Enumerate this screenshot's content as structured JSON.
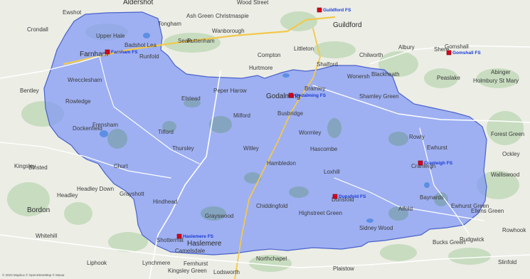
{
  "attribution": "© 2023 Mapbox © OpenStreetMap © Maxar",
  "area_fill": "#7f99f5",
  "area_stroke": "#4a62c9",
  "station_marker_color": "#d6001c",
  "fire_stations": [
    {
      "label": "Farnham FS"
    },
    {
      "label": "Godalming FS"
    },
    {
      "label": "Cranleigh FS"
    },
    {
      "label": "Dunsfold FS"
    },
    {
      "label": "Haslemere FS"
    },
    {
      "label": "Guildford FS"
    },
    {
      "label": "Gomshall FS"
    }
  ],
  "places": [
    {
      "name": "Aldershot"
    },
    {
      "name": "Guildford"
    },
    {
      "name": "Farnham"
    },
    {
      "name": "Godalming"
    },
    {
      "name": "Haslemere"
    },
    {
      "name": "Cranleigh"
    },
    {
      "name": "Bordon"
    },
    {
      "name": "Ewshot"
    },
    {
      "name": "Crondall"
    },
    {
      "name": "Wood Street"
    },
    {
      "name": "Christmaspie"
    },
    {
      "name": "Ash Green"
    },
    {
      "name": "Tongham"
    },
    {
      "name": "Wanborough"
    },
    {
      "name": "Seale"
    },
    {
      "name": "Puttenham"
    },
    {
      "name": "Compton"
    },
    {
      "name": "Littleton"
    },
    {
      "name": "Shalford"
    },
    {
      "name": "Chilworth"
    },
    {
      "name": "Albury"
    },
    {
      "name": "Shere"
    },
    {
      "name": "Gomshall"
    },
    {
      "name": "Holmbury St Mary"
    },
    {
      "name": "Abinger"
    },
    {
      "name": "Peaslake"
    },
    {
      "name": "Wonersh"
    },
    {
      "name": "Bramley"
    },
    {
      "name": "Shamley Green"
    },
    {
      "name": "Elstead"
    },
    {
      "name": "Milford"
    },
    {
      "name": "Witley"
    },
    {
      "name": "Wormley"
    },
    {
      "name": "Hambledon"
    },
    {
      "name": "Hascombe"
    },
    {
      "name": "Thursley"
    },
    {
      "name": "Tilford"
    },
    {
      "name": "Frensham"
    },
    {
      "name": "Churt"
    },
    {
      "name": "Hindhead"
    },
    {
      "name": "Grayswood"
    },
    {
      "name": "Chiddingfold"
    },
    {
      "name": "Dunsfold"
    },
    {
      "name": "Alfold"
    },
    {
      "name": "Ewhurst"
    },
    {
      "name": "Rudgwick"
    },
    {
      "name": "Shottermill"
    },
    {
      "name": "Liphook"
    },
    {
      "name": "Grayshott"
    },
    {
      "name": "Headley"
    },
    {
      "name": "Headley Down"
    },
    {
      "name": "Whitehill"
    },
    {
      "name": "Kingsley"
    },
    {
      "name": "Blackheath"
    },
    {
      "name": "Rowly"
    },
    {
      "name": "Loxhill"
    },
    {
      "name": "Plaistow"
    },
    {
      "name": "Forest Green"
    },
    {
      "name": "Ockley"
    },
    {
      "name": "Walliswood"
    },
    {
      "name": "Bucks Green"
    },
    {
      "name": "Rowhook"
    },
    {
      "name": "Slinfold"
    },
    {
      "name": "Ellens Green"
    },
    {
      "name": "Wrecclesham"
    },
    {
      "name": "Rowledge"
    },
    {
      "name": "Dockenfield"
    },
    {
      "name": "Binsted"
    },
    {
      "name": "Bentley"
    },
    {
      "name": "Upper Hale"
    },
    {
      "name": "Badshot Lea"
    },
    {
      "name": "Runfold"
    },
    {
      "name": "Peper Harow"
    },
    {
      "name": "Hurtmore"
    },
    {
      "name": "Busbridge"
    },
    {
      "name": "Lynchmere"
    },
    {
      "name": "Fernhurst"
    },
    {
      "name": "Kingsley Green"
    },
    {
      "name": "Camelsdale"
    },
    {
      "name": "Northchapel"
    },
    {
      "name": "Lodsworth"
    },
    {
      "name": "Highstreet Green"
    },
    {
      "name": "Sidney Wood"
    },
    {
      "name": "Baynards"
    },
    {
      "name": "Ewhurst Green"
    }
  ]
}
